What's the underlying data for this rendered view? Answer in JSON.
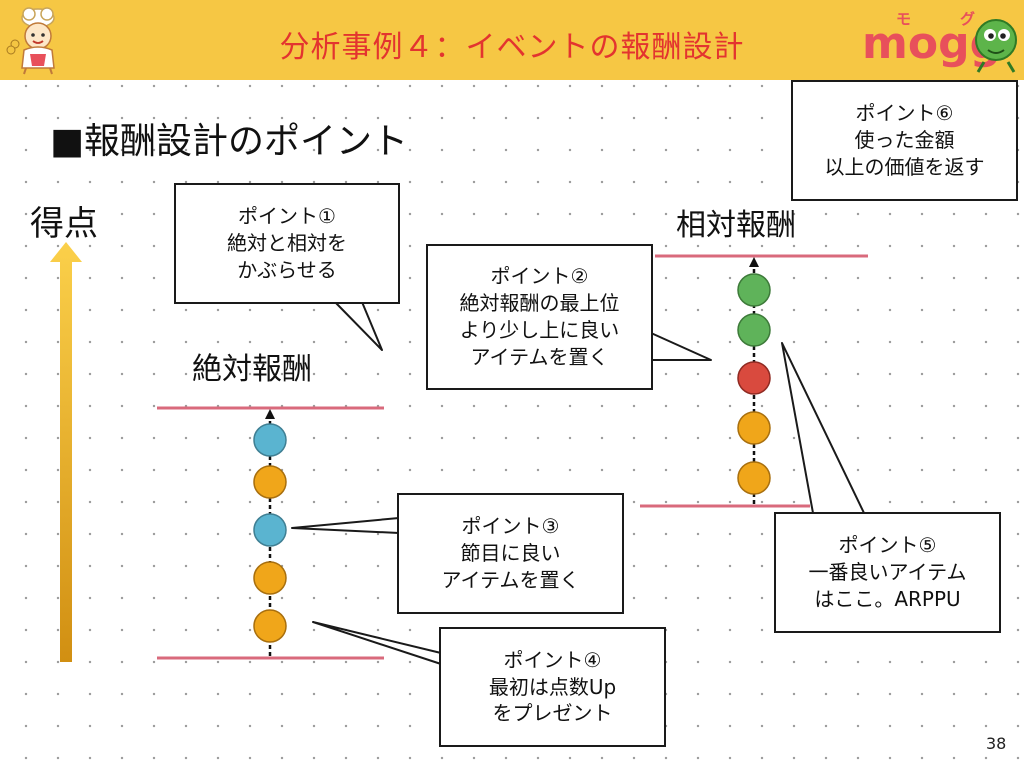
{
  "header": {
    "title": "分析事例４：イベントの報酬設計",
    "background_color": "#f6c744",
    "title_color": "#e3342f",
    "logo_text": "mogg",
    "logo_kana": [
      "モ",
      "グ"
    ]
  },
  "section_heading": "■報酬設計のポイント",
  "axis_label": "得点",
  "absolute_reward_label": "絶対報酬",
  "relative_reward_label": "相対報酬",
  "callouts": [
    {
      "id": "point1",
      "lines": [
        "ポイント①",
        "絶対と相対を",
        "かぶらせる"
      ]
    },
    {
      "id": "point2",
      "lines": [
        "ポイント②",
        "絶対報酬の最上位",
        "より少し上に良い",
        "アイテムを置く"
      ]
    },
    {
      "id": "point3",
      "lines": [
        "ポイント③",
        "節目に良い",
        "アイテムを置く"
      ]
    },
    {
      "id": "point4",
      "lines": [
        "ポイント④",
        "最初は点数Up",
        "をプレゼント"
      ]
    },
    {
      "id": "point5",
      "lines": [
        "ポイント⑤",
        "一番良いアイテム",
        "はここ。ARPPU"
      ]
    },
    {
      "id": "point6",
      "lines": [
        "ポイント⑥",
        "使った金額",
        "以上の価値を返す"
      ]
    }
  ],
  "colors": {
    "blue_item": "#5ab4d0",
    "orange_item": "#f0a61a",
    "green_item": "#5fb35a",
    "red_item": "#d94a3e",
    "threshold_line": "#d96a7c",
    "score_arrow": "#f0a81b"
  },
  "absolute_items_top_to_bottom": [
    "blue",
    "orange",
    "blue",
    "orange",
    "orange"
  ],
  "relative_items_top_to_bottom": [
    "green",
    "green",
    "red",
    "orange",
    "orange"
  ],
  "page_number": "38"
}
